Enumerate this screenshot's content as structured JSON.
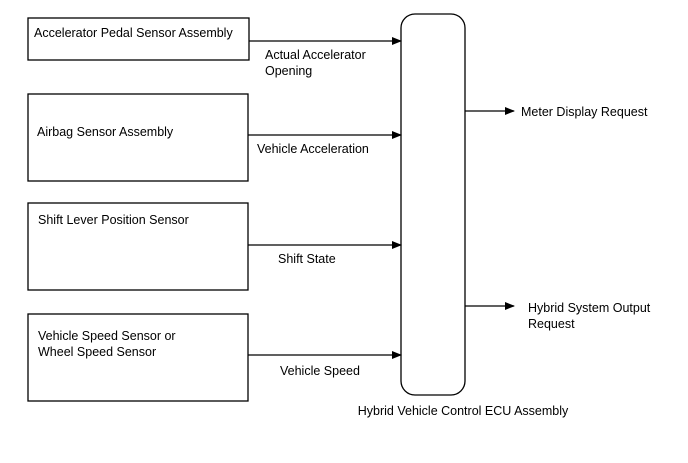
{
  "sensors": [
    {
      "name": "Accelerator Pedal Sensor Assembly",
      "signal": [
        "Actual Accelerator",
        "Opening"
      ]
    },
    {
      "name": "Airbag Sensor Assembly",
      "signal": [
        "Vehicle Acceleration"
      ]
    },
    {
      "name": "Shift Lever Position Sensor",
      "signal": [
        "Shift State"
      ]
    },
    {
      "name": [
        "Vehicle Speed Sensor or",
        "Wheel Speed Sensor"
      ],
      "signal": [
        "Vehicle Speed"
      ]
    }
  ],
  "ecu": {
    "name": "Hybrid Vehicle Control ECU Assembly"
  },
  "outputs": [
    {
      "label": [
        "Meter Display Request"
      ]
    },
    {
      "label": [
        "Hybrid System Output",
        "Request"
      ]
    }
  ]
}
